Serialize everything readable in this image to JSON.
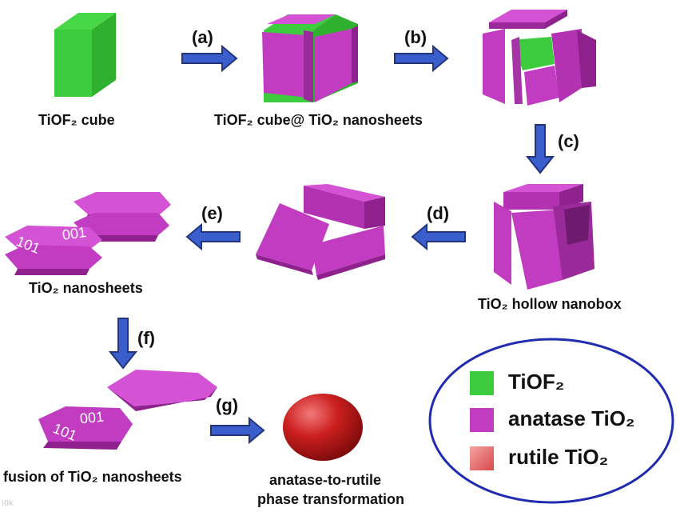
{
  "labels": {
    "tiof2_cube": "TiOF₂ cube",
    "tiof2_cube_at_nanosheets": "TiOF₂ cube@ TiO₂ nanosheets",
    "hollow_nanobox": "TiO₂ hollow nanobox",
    "nanosheets": "TiO₂ nanosheets",
    "fusion": "fusion of TiO₂ nanosheets",
    "phase_line1": "anatase-to-rutile",
    "phase_line2": "phase transformation"
  },
  "steps": [
    "(a)",
    "(b)",
    "(c)",
    "(d)",
    "(e)",
    "(f)",
    "(g)"
  ],
  "facets": {
    "top_001": "001",
    "side_101": "101",
    "fused_001": "001",
    "fused_101": "101"
  },
  "legend": {
    "items": [
      {
        "label": "TiOF₂",
        "color": "#3dcc3d"
      },
      {
        "label": "anatase TiO₂",
        "color": "#c23cc2"
      },
      {
        "label": "rutile TiO₂",
        "color": "#e06060"
      }
    ],
    "border_color": "#1f2bb0"
  },
  "colors": {
    "green": "#3dcc3d",
    "magenta": "#c23cc2",
    "arrow_fill": "#3a5fcd",
    "arrow_stroke": "#23347a",
    "rutile": "#b31a1a"
  },
  "watermark": "i0k"
}
